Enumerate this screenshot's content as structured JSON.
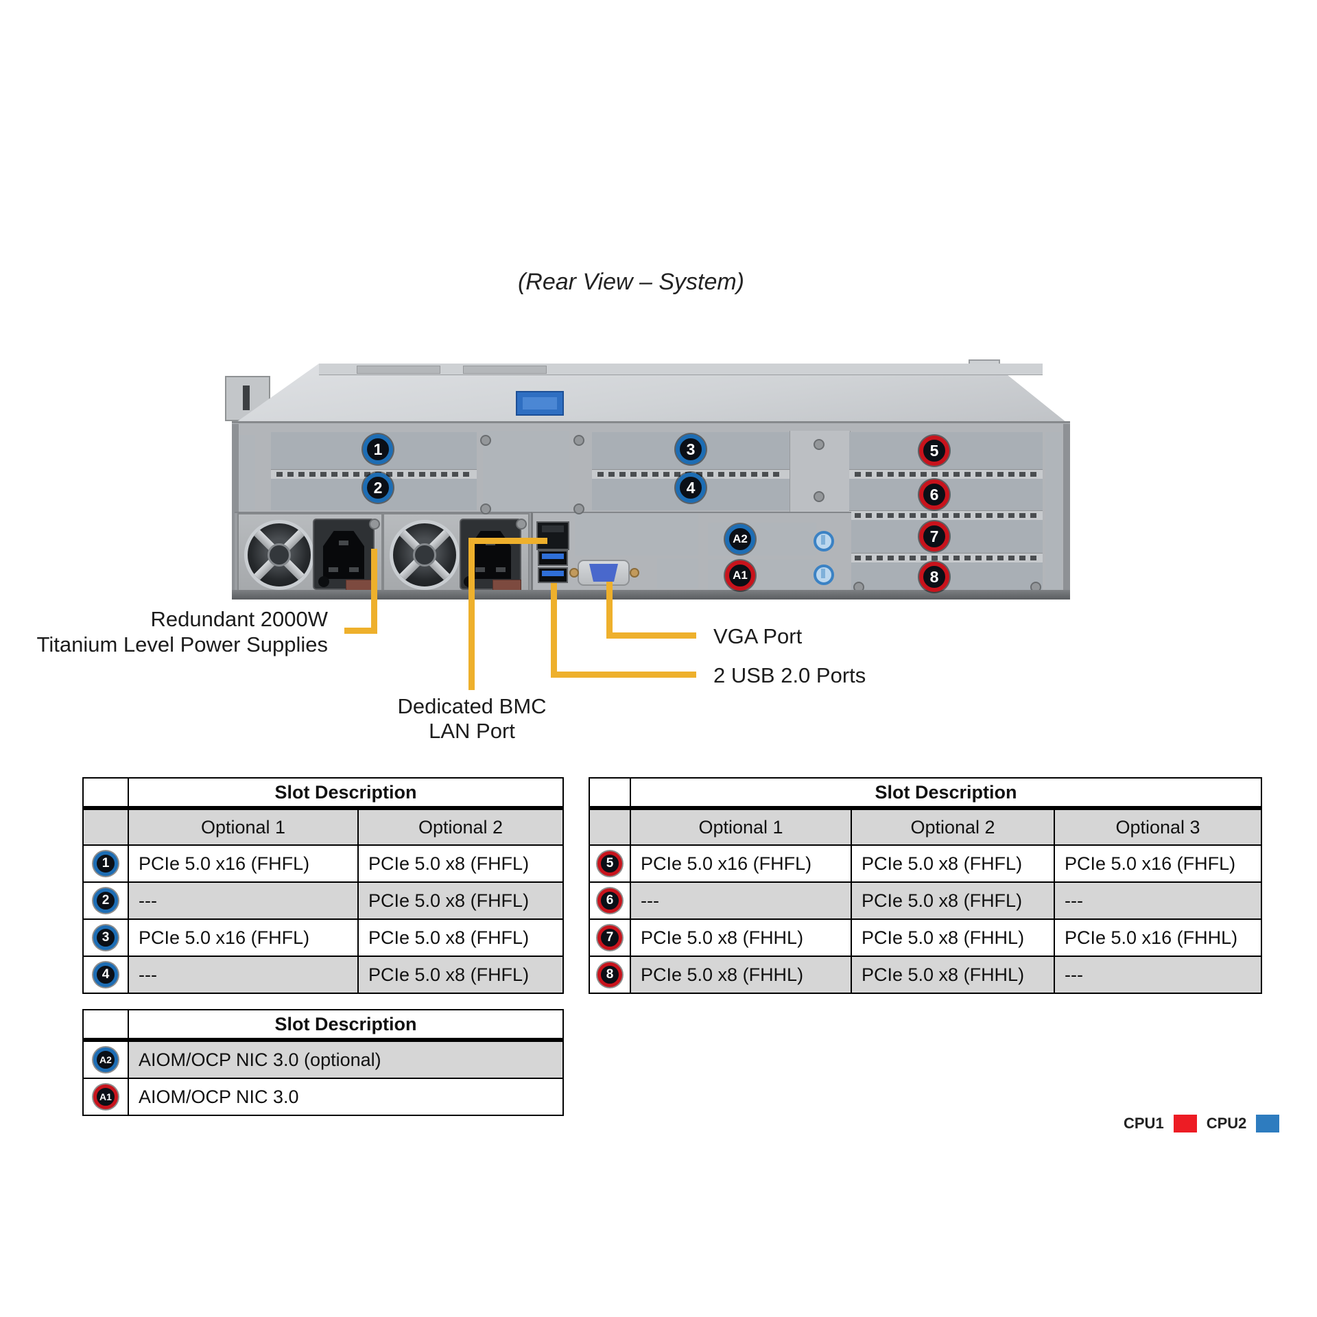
{
  "title": "(Rear View – System)",
  "callouts": {
    "psu_line1": "Redundant 2000W",
    "psu_line2": "Titanium Level Power Supplies",
    "bmc_line1": "Dedicated BMC",
    "bmc_line2": "LAN Port",
    "vga": "VGA Port",
    "usb": "2 USB 2.0 Ports"
  },
  "badges": {
    "b1": "1",
    "b2": "2",
    "b3": "3",
    "b4": "4",
    "b5": "5",
    "b6": "6",
    "b7": "7",
    "b8": "8",
    "a2": "A2",
    "a1": "A1"
  },
  "tables": {
    "left": {
      "header": "Slot Description",
      "columns": [
        "Optional 1",
        "Optional 2"
      ],
      "rows": [
        {
          "slot": "1",
          "cpu": "CPU2",
          "cells": [
            "PCIe 5.0 x16 (FHFL)",
            "PCIe 5.0 x8 (FHFL)"
          ]
        },
        {
          "slot": "2",
          "cpu": "CPU2",
          "cells": [
            "---",
            "PCIe 5.0 x8 (FHFL)"
          ]
        },
        {
          "slot": "3",
          "cpu": "CPU2",
          "cells": [
            "PCIe 5.0 x16 (FHFL)",
            "PCIe 5.0 x8 (FHFL)"
          ]
        },
        {
          "slot": "4",
          "cpu": "CPU2",
          "cells": [
            "---",
            "PCIe 5.0 x8 (FHFL)"
          ]
        }
      ]
    },
    "right": {
      "header": "Slot Description",
      "columns": [
        "Optional 1",
        "Optional 2",
        "Optional 3"
      ],
      "rows": [
        {
          "slot": "5",
          "cpu": "CPU1",
          "cells": [
            "PCIe 5.0 x16 (FHFL)",
            "PCIe 5.0 x8 (FHFL)",
            "PCIe 5.0 x16 (FHFL)"
          ]
        },
        {
          "slot": "6",
          "cpu": "CPU1",
          "cells": [
            "---",
            "PCIe 5.0 x8 (FHFL)",
            "---"
          ]
        },
        {
          "slot": "7",
          "cpu": "CPU1",
          "cells": [
            "PCIe 5.0 x8 (FHHL)",
            "PCIe 5.0 x8 (FHHL)",
            "PCIe 5.0 x16 (FHHL)"
          ]
        },
        {
          "slot": "8",
          "cpu": "CPU1",
          "cells": [
            "PCIe 5.0 x8 (FHHL)",
            "PCIe 5.0 x8 (FHHL)",
            "---"
          ]
        }
      ]
    },
    "aiom": {
      "header": "Slot Description",
      "rows": [
        {
          "slot": "A2",
          "cpu": "CPU2",
          "cells": [
            "AIOM/OCP NIC 3.0 (optional)"
          ]
        },
        {
          "slot": "A1",
          "cpu": "CPU1",
          "cells": [
            "AIOM/OCP NIC 3.0"
          ]
        }
      ]
    }
  },
  "legend": {
    "cpu1": "CPU1",
    "cpu2": "CPU2"
  },
  "colors": {
    "cpu1_red": "#ed1c24",
    "cpu2_blue": "#2e7cbf",
    "callout_yellow": "#eeb02c",
    "usb_blue": "#2f6fd8",
    "vga_blue": "#4968cc",
    "top_label_blue": "#2f6fc2"
  }
}
